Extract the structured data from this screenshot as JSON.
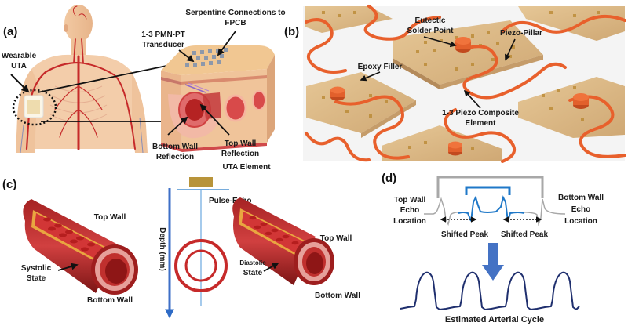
{
  "panels": {
    "a": {
      "tag": "(a)",
      "labels": {
        "wearable_line1": "Wearable",
        "wearable_line2": "UTA",
        "transducer_line1": "1-3 PMN-PT",
        "transducer_line2": "Transducer",
        "serpentine_line1": "Serpentine Connections to",
        "serpentine_line2": "FPCB",
        "bottom_wall_line1": "Bottom Wall",
        "bottom_wall_line2": "Reflection",
        "top_wall_line1": "Top Wall",
        "top_wall_line2": "Reflection",
        "uta_element": "UTA Element"
      }
    },
    "b": {
      "tag": "(b)",
      "labels": {
        "eutectic_line1": "Eutectic",
        "eutectic_line2": "Solder Point",
        "piezo_pillar": "Piezo-Pillar",
        "epoxy_filler": "Epoxy Filler",
        "composite_line1": "1-3 Piezo Composite",
        "composite_line2": "Element"
      }
    },
    "c": {
      "tag": "(c)",
      "labels": {
        "top_wall_left": "Top Wall",
        "systolic_line1": "Systolic",
        "systolic_line2": "State",
        "bottom_wall_left": "Bottom Wall",
        "depth_axis": "Depth (mm)",
        "pulse_echo": "Pulse-Echo",
        "top_wall_right": "Top Wall",
        "diastolic_line1": "Diastolic",
        "diastolic_line2": "State",
        "bottom_wall_right": "Bottom Wall"
      }
    },
    "d": {
      "tag": "(d)",
      "labels": {
        "top_echo_line1": "Top Wall",
        "top_echo_line2": "Echo",
        "top_echo_line3": "Location",
        "bottom_echo_line1": "Bottom Wall",
        "bottom_echo_line2": "Echo",
        "bottom_echo_line3": "Location",
        "shifted_peak_left": "Shifted Peak",
        "shifted_peak_right": "Shifted Peak",
        "estimated_cycle": "Estimated Arterial Cycle"
      },
      "cycle_count": 4
    }
  },
  "colors": {
    "artery_red": "#c62a2a",
    "artery_dark": "#8e1b1b",
    "skin": "#f0c8a0",
    "tissue": "#f3d3a6",
    "serpentine_orange": "#e8602c",
    "piezo_tile": "#d9b98a",
    "echo_blue": "#1f78c8",
    "echo_gray": "#a8a8a8",
    "cycle_navy": "#1f2f6e",
    "arrow_blue": "#4472c4",
    "transducer_gold": "#b8943a"
  }
}
